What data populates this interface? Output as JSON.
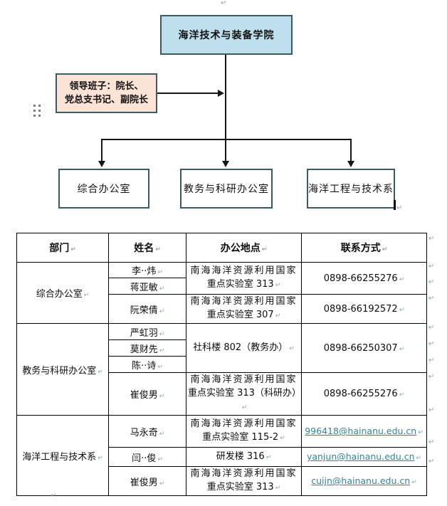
{
  "marks": {
    "pilcrow": "↵"
  },
  "colors": {
    "root_fill": "#BEE0EC",
    "leadership_fill": "#FBE3D6",
    "dept_fill": "#FFFFFF",
    "shape_border": "#3C5A66",
    "link_text": "#31849B",
    "formatting_mark": "#8FA3AE"
  },
  "org_chart": {
    "root": {
      "label": "海洋技术与装备学院"
    },
    "leadership": {
      "line1": "领导班子：院长、",
      "line2": "党总支书记、副院长"
    },
    "departments": [
      {
        "label": "综合办公室"
      },
      {
        "label": "教务与科研办公室"
      },
      {
        "label": "海洋工程与技术系"
      }
    ]
  },
  "contact_table": {
    "headers": [
      "部门",
      "姓名",
      "办公地点",
      "联系方式"
    ],
    "sections": [
      {
        "department": "综合办公室",
        "names": [
          "李··炜",
          "蒋亚敏",
          "阮荣倩"
        ],
        "locations": [
          [
            "南海海洋资源利用国家",
            "重点实验室 313"
          ],
          [
            "南海海洋资源利用国家",
            "重点实验室 307"
          ]
        ],
        "contacts": [
          "0898-66255276",
          "0898-66192572"
        ]
      },
      {
        "department": "教务与科研办公室",
        "names": [
          "严虹羽",
          "莫财先",
          "陈··诗",
          "崔俊男"
        ],
        "locations": [
          [
            "社科楼 802（教务办）"
          ],
          [
            "南海海洋资源利用国家",
            "重点实验室 313（科研办）"
          ]
        ],
        "contacts": [
          "0898-66250307",
          "0898-66255276"
        ]
      },
      {
        "department": "海洋工程与技术系",
        "names": [
          "马永奇",
          "闫··俊",
          "崔俊男"
        ],
        "locations": [
          [
            "南海海洋资源利用国家",
            "重点实验室 115-2"
          ],
          [
            "研发楼 316"
          ],
          [
            "南海海洋资源利用国家",
            "重点实验室 313"
          ]
        ],
        "contacts": [
          "996418@hainanu.edu.cn",
          "yanjun@hainanu.edu.cn",
          "cuijn@hainanu.edu.cn"
        ]
      }
    ]
  }
}
